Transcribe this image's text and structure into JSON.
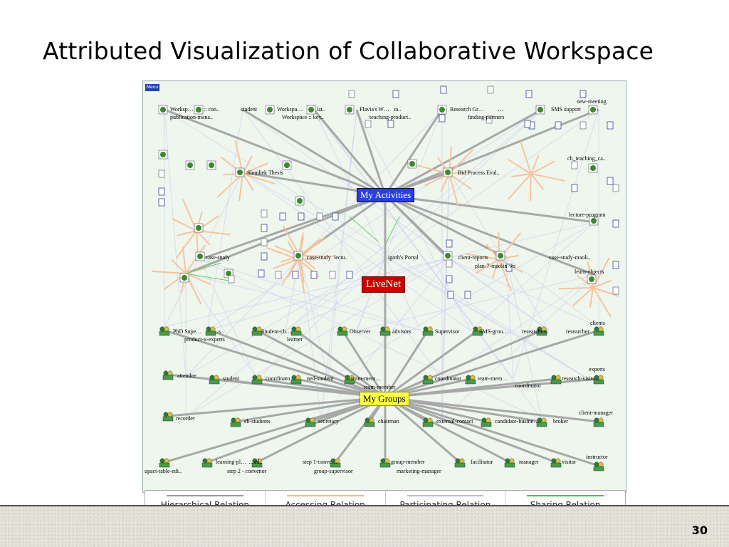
{
  "slide": {
    "title": "Attributed Visualization of Collaborative Workspace",
    "page_number": "30"
  },
  "figure": {
    "menu_tag": "Menu",
    "hubs": {
      "activities": "My Activities",
      "livenet": "LiveNet",
      "groups": "My Groups"
    },
    "activity_labels": [
      "Worksp…",
      ":: con..",
      "publication-mana..",
      "student",
      "Workspa…",
      "lat..",
      "Workspace :: key..",
      "Flavia's W…",
      "in..",
      "teaching-product..",
      "Research Gr…",
      "…",
      "finding-partners",
      "new-meeting",
      "SMS support",
      "ch_teaching_ca..",
      "Slembek Thesis",
      "Bid Process Eval..",
      "lecture-program",
      "case-study",
      "case-study",
      "lectu..",
      "igorh's Portal",
      "client-reports",
      "plan-7-maolin-ws",
      "case-study-maoli..",
      "learn-objects"
    ],
    "group_labels": [
      "PhD Supe…",
      "…s",
      "product-x-experts",
      "Student-cb…",
      "learner",
      "Observer",
      "advisors",
      "Supervisor",
      "SMS-grou…",
      "researchers",
      "researcher",
      "clients",
      "attendee",
      "student",
      "coordinato…",
      "ned-student",
      "team-mem…",
      "team-member",
      "coordinator",
      "team-mem…",
      "coordinator",
      "research-visito…",
      "experts",
      "recorder",
      "eb-students",
      "secretary",
      "chairman",
      "external-contact",
      "candidate-busine…",
      "broker",
      "client-manager",
      "upact-table-edi..",
      "learning-pl…",
      "…ed..",
      "step 2 - convenor",
      "step 1-conve…",
      "group-supervisor",
      "group-member",
      "marketing-manager",
      "facilitator",
      "manager",
      "visitor",
      "instructor"
    ]
  },
  "legend": [
    {
      "label": "Hierarchical Relation",
      "color": "#9a9a9a"
    },
    {
      "label": "Accessing Relation",
      "color": "#f4b98a"
    },
    {
      "label": "Participating Relation",
      "color": "#b8b8ee"
    },
    {
      "label": "Sharing Relation",
      "color": "#33cc33"
    }
  ]
}
